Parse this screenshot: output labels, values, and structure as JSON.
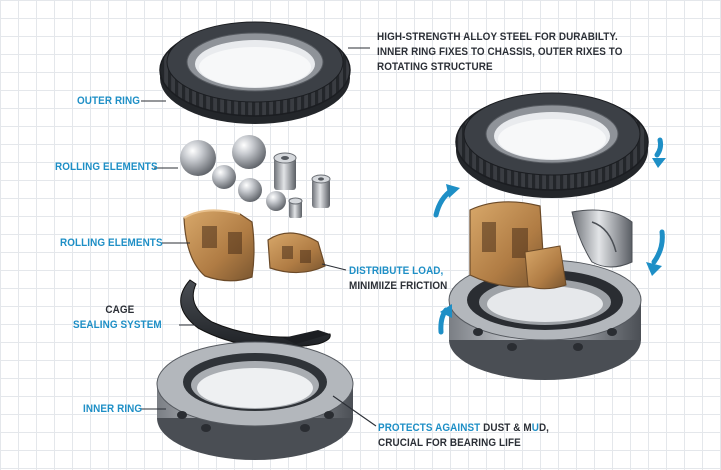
{
  "labels": {
    "top_note_line1": "HIGH-STRENGTH ALLOY STEEL FOR DURABILTY.",
    "top_note_line2": "INNER RING FIXES TO CHASSIS, OUTER RIXES TO",
    "top_note_line3": "ROTATING STRUCTURE",
    "outer_ring": "OUTER RING",
    "rolling_elements_balls": "ROLLING ELEMENTS",
    "rolling_elements_cage": "ROLLING ELEMENTS",
    "cage_line1": "CAGE",
    "cage_line2": "SEALING SYSTEM",
    "inner_ring": "INNER RING",
    "distribute_line1": "DISTRIBUTE LOAD,",
    "distribute_line2": "MINIMIIZE FRICTION",
    "protects_blue": "PROTECTS AGAINST",
    "protects_dark1": " DUST & M",
    "protects_blue2": "U",
    "protects_dark2": "D,",
    "protects_line2": "CRUCIAL FOR BEARING LIFE"
  },
  "colors": {
    "accent_blue": "#1e8fc6",
    "label_dark": "#2b2f36",
    "ring_dark": "#2e3136",
    "ring_mid": "#6a6e74",
    "steel_light": "#c9ccd1",
    "bronze": "#b8864e",
    "bronze_dark": "#7a5630"
  },
  "icons": {
    "rotation_arrow": "curved-rotation-arrow-icon"
  }
}
